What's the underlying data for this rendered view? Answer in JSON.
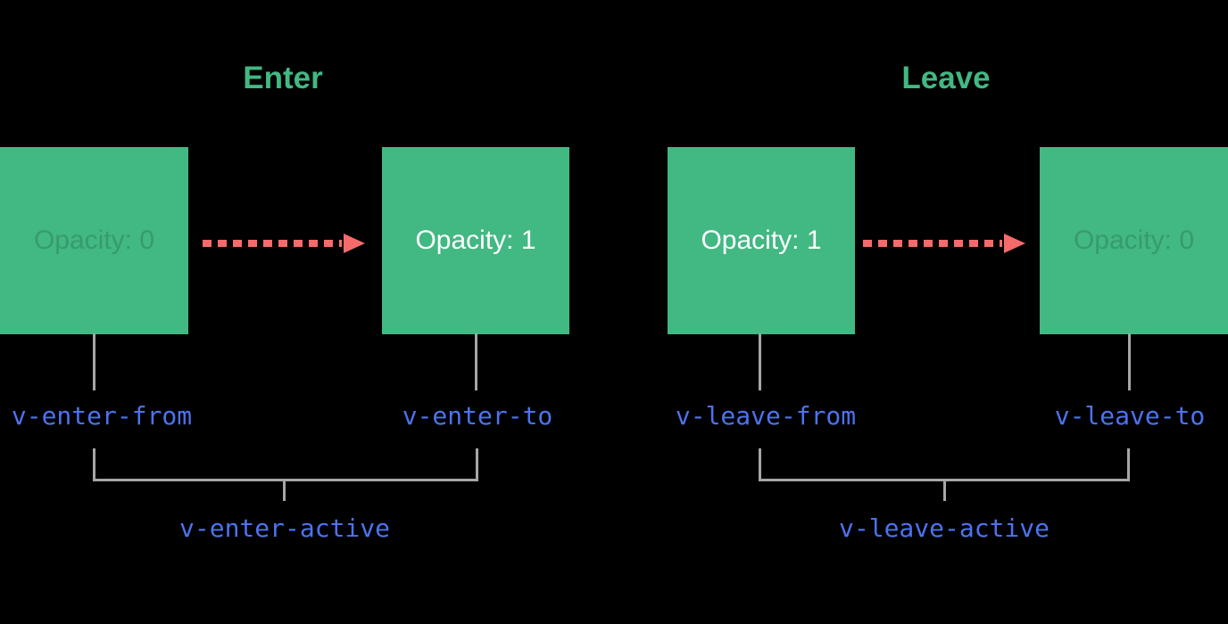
{
  "diagram": {
    "name": "vue-transition-classes",
    "background": "#000000",
    "colors": {
      "box_green": "#42b883",
      "title_green": "#42b883",
      "arrow_red": "#f56b6b",
      "label_blue": "#4d72f0",
      "line_gray": "#a6a6a6",
      "box_text_white": "#ffffff",
      "box_text_faded": "rgba(0,0,0,0.16)"
    },
    "sections": [
      {
        "title": "Enter",
        "start_box": {
          "label": "Opacity: 0"
        },
        "end_box": {
          "label": "Opacity: 1"
        },
        "from_class": "v-enter-from",
        "to_class": "v-enter-to",
        "active_class": "v-enter-active"
      },
      {
        "title": "Leave",
        "start_box": {
          "label": "Opacity: 1"
        },
        "end_box": {
          "label": "Opacity: 0"
        },
        "from_class": "v-leave-from",
        "to_class": "v-leave-to",
        "active_class": "v-leave-active"
      }
    ]
  }
}
